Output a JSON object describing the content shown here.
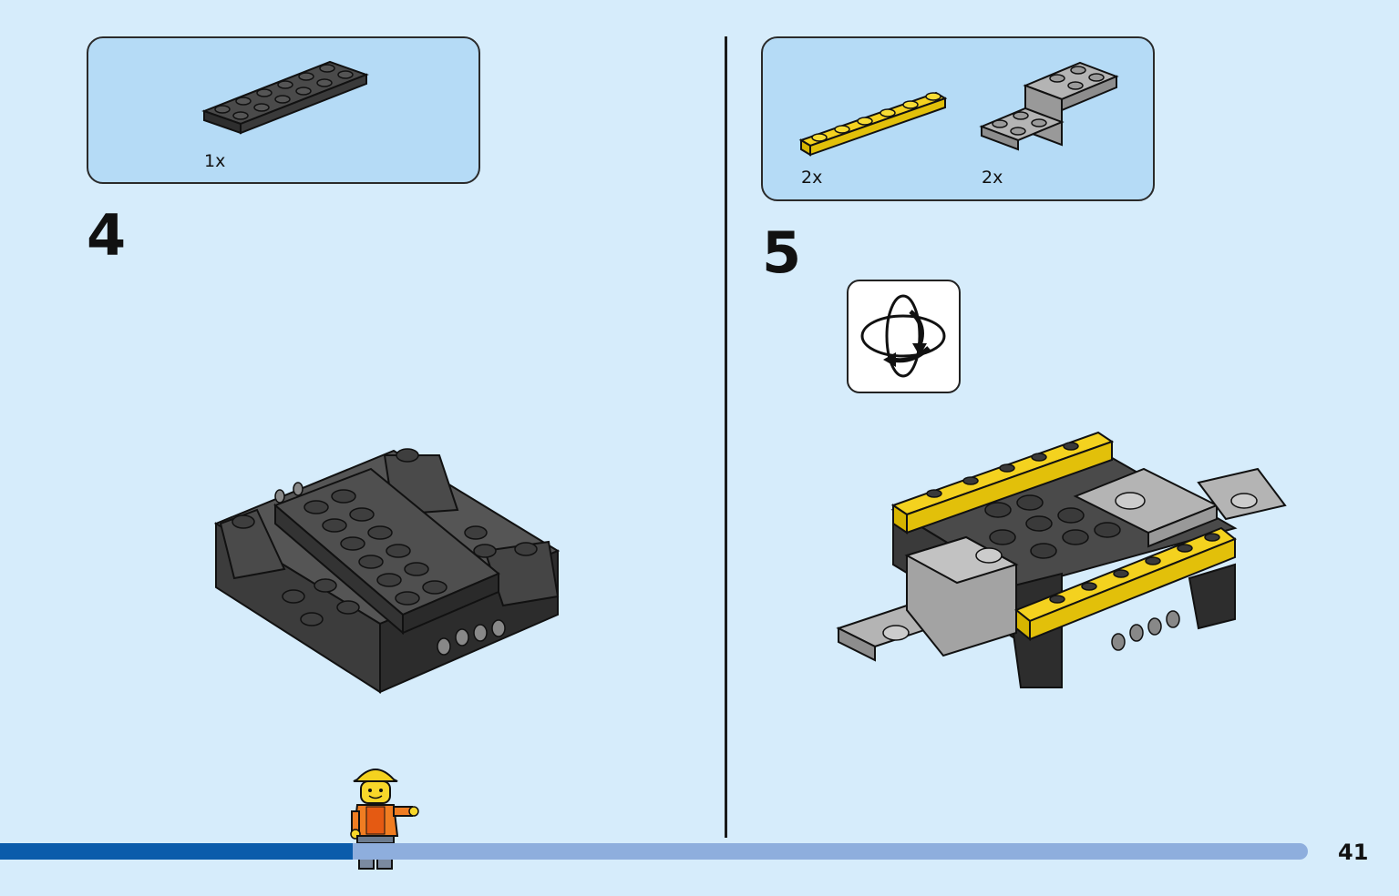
{
  "page": {
    "number": "41",
    "progress_percent": 27
  },
  "step4": {
    "number": "4",
    "parts": [
      {
        "name": "black-plate-2x6",
        "color": "#3a3a3a",
        "quantity": "1x"
      }
    ]
  },
  "step5": {
    "number": "5",
    "parts": [
      {
        "name": "yellow-plate-1x6",
        "color": "#f4d21f",
        "quantity": "2x"
      },
      {
        "name": "gray-bracket",
        "color": "#a8a8a8",
        "quantity": "2x"
      }
    ],
    "instruction_icon": "rotate-model-icon"
  }
}
